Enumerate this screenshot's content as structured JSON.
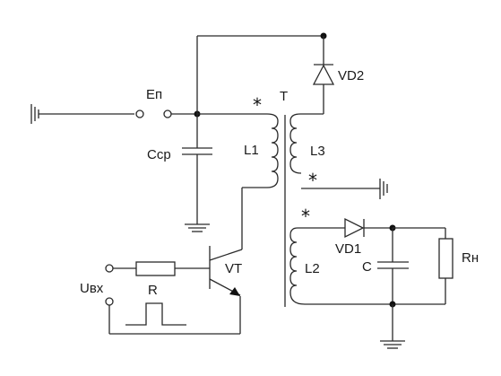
{
  "labels": {
    "supply": "Еп",
    "transformer": "T",
    "filter_cap": "Сср",
    "coil1": "L1",
    "coil2": "L2",
    "coil3": "L3",
    "diode_top": "VD2",
    "diode_out": "VD1",
    "out_cap": "С",
    "load": "Rн",
    "transistor": "VT",
    "resistor": "R",
    "input": "Uвх",
    "dot_l1": "*",
    "dot_l3": "*",
    "dot_l2": "*"
  }
}
